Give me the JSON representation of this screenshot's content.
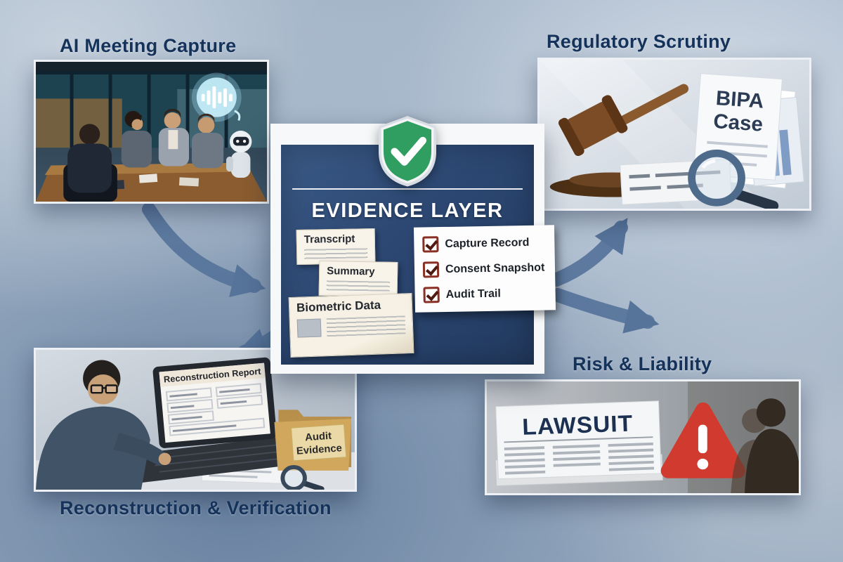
{
  "titles": {
    "meeting": "AI Meeting Capture",
    "regulatory": "Regulatory Scrutiny",
    "reconstruction": "Reconstruction & Verification",
    "risk": "Risk & Liability"
  },
  "center": {
    "title": "EVIDENCE LAYER",
    "documents": [
      {
        "label": "Transcript"
      },
      {
        "label": "Summary"
      },
      {
        "label": "Biometric Data"
      }
    ],
    "checklist": [
      {
        "label": "Capture Record",
        "checked": true
      },
      {
        "label": "Consent Snapshot",
        "checked": true
      },
      {
        "label": "Audit Trail",
        "checked": true
      }
    ]
  },
  "scenes": {
    "regulatory": {
      "document_title_line1": "BIPA",
      "document_title_line2": "Case"
    },
    "reconstruction": {
      "screen_title": "Reconstruction Report",
      "folder_line1": "Audit",
      "folder_line2": "Evidence"
    },
    "risk": {
      "headline": "LAWSUIT"
    }
  },
  "icons": {
    "shield": "shield-check",
    "gavel": "gavel",
    "magnifier": "magnifying-glass",
    "warning": "warning-triangle",
    "robot": "robot-assistant",
    "waveform": "audio-waveform",
    "checkbox": "checked-box"
  },
  "colors": {
    "accent_navy": "#14325a",
    "panel_navy": "#2c4772",
    "shield_green": "#2f9e60",
    "alert_red": "#d13a2e",
    "arrow": "#56739a"
  }
}
